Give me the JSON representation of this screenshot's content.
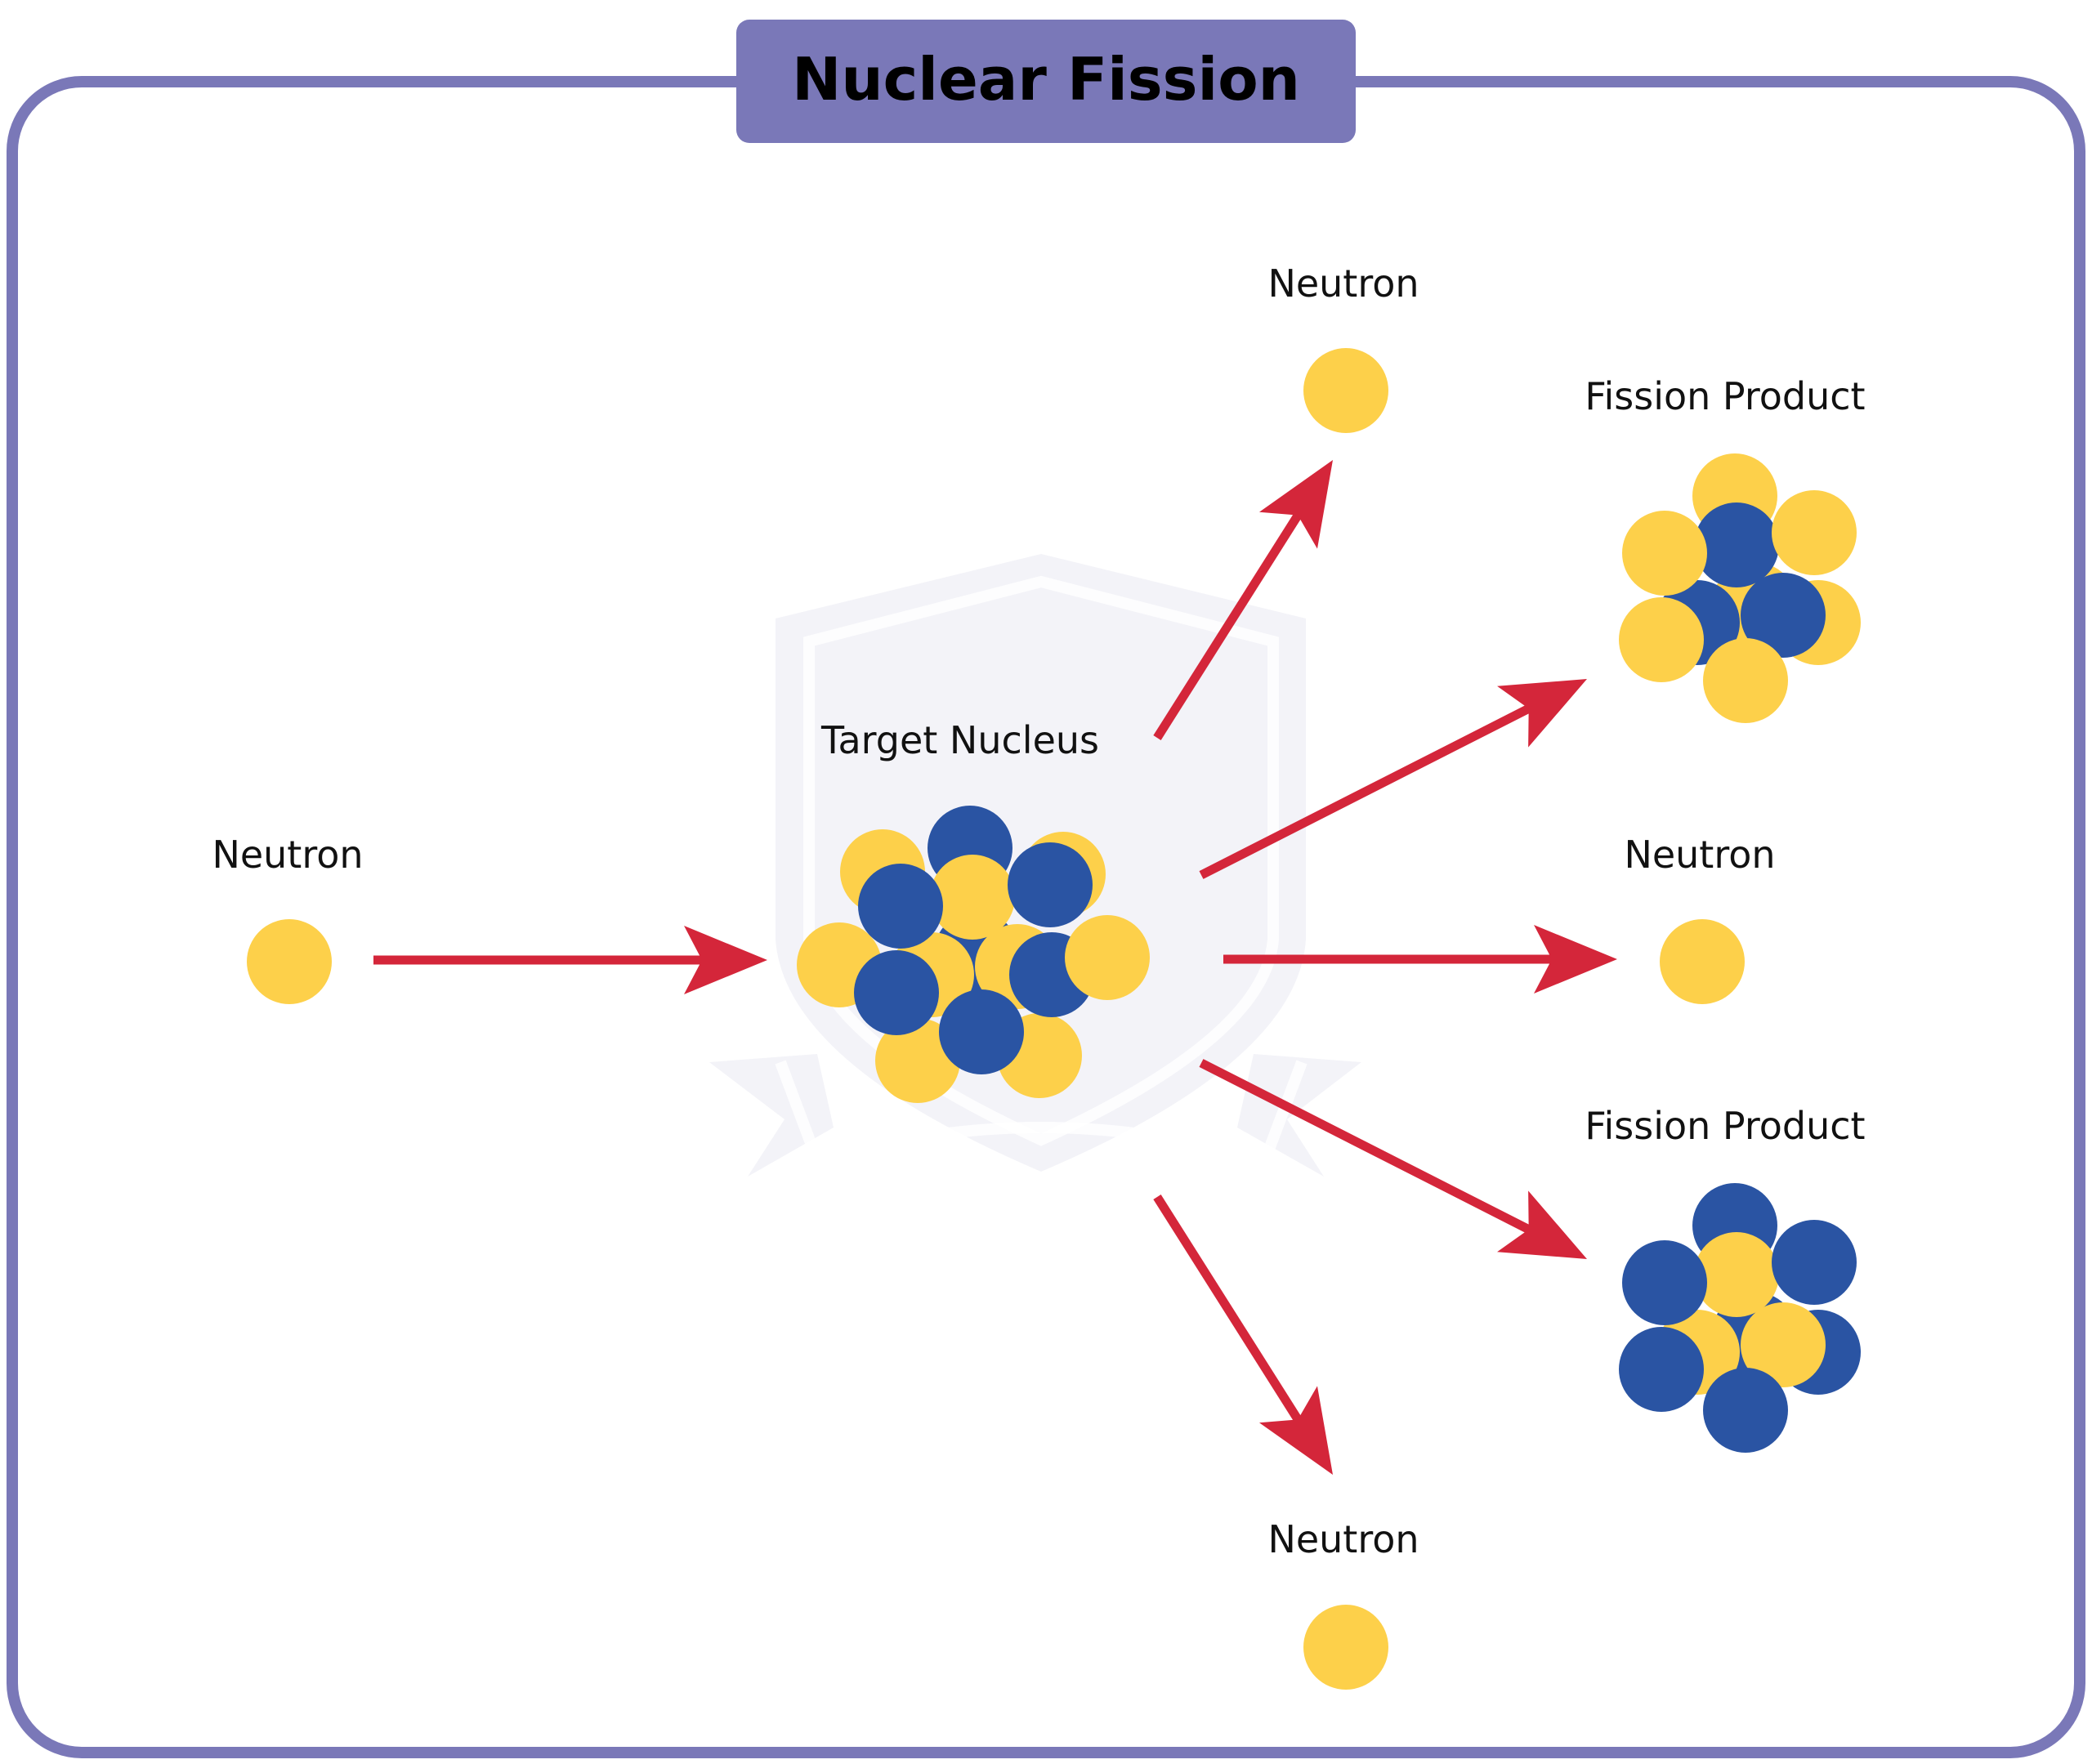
{
  "title": "Nuclear Fission",
  "colors": {
    "frame": "#7a78b8",
    "neutron": "#fdd04a",
    "proton": "#2a54a3",
    "arrow": "#d4263a",
    "text": "#111111"
  },
  "labels": {
    "incoming_neutron": "Neutron",
    "target_nucleus": "Target Nucleus",
    "neutron_top": "Neutron",
    "fission_product_top": "Fission Product",
    "neutron_right": "Neutron",
    "fission_product_bottom": "Fission Product",
    "neutron_bottom": "Neutron"
  },
  "particles": {
    "incoming_neutron": [
      "neutron"
    ],
    "target_nucleus": [
      "neutron",
      "proton",
      "neutron",
      "neutron",
      "proton",
      "neutron",
      "neutron",
      "neutron",
      "neutron",
      "proton",
      "neutron",
      "neutron",
      "proton",
      "proton",
      "proton",
      "proton"
    ],
    "fission_product_top": [
      "neutron",
      "neutron",
      "neutron",
      "proton",
      "proton",
      "neutron",
      "neutron",
      "proton",
      "neutron",
      "neutron"
    ],
    "fission_product_bottom": [
      "proton",
      "proton",
      "proton",
      "neutron",
      "neutron",
      "proton",
      "proton",
      "neutron",
      "proton",
      "proton"
    ],
    "neutron_top": [
      "neutron"
    ],
    "neutron_right": [
      "neutron"
    ],
    "neutron_bottom": [
      "neutron"
    ]
  },
  "arrows": [
    {
      "from": "incoming_neutron",
      "to": "target_nucleus"
    },
    {
      "from": "target_nucleus",
      "to": "neutron_top"
    },
    {
      "from": "target_nucleus",
      "to": "fission_product_top"
    },
    {
      "from": "target_nucleus",
      "to": "neutron_right"
    },
    {
      "from": "target_nucleus",
      "to": "fission_product_bottom"
    },
    {
      "from": "target_nucleus",
      "to": "neutron_bottom"
    }
  ]
}
